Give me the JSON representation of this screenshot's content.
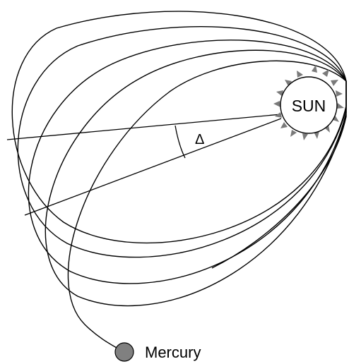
{
  "labels": {
    "sun": "SUN",
    "angle": "Δ",
    "planet": "Mercury"
  },
  "colors": {
    "stroke": "#000000",
    "background": "#ffffff",
    "sun_fill": "#ffffff",
    "sun_rays": "#7a7a7a",
    "planet_fill": "#808080"
  }
}
